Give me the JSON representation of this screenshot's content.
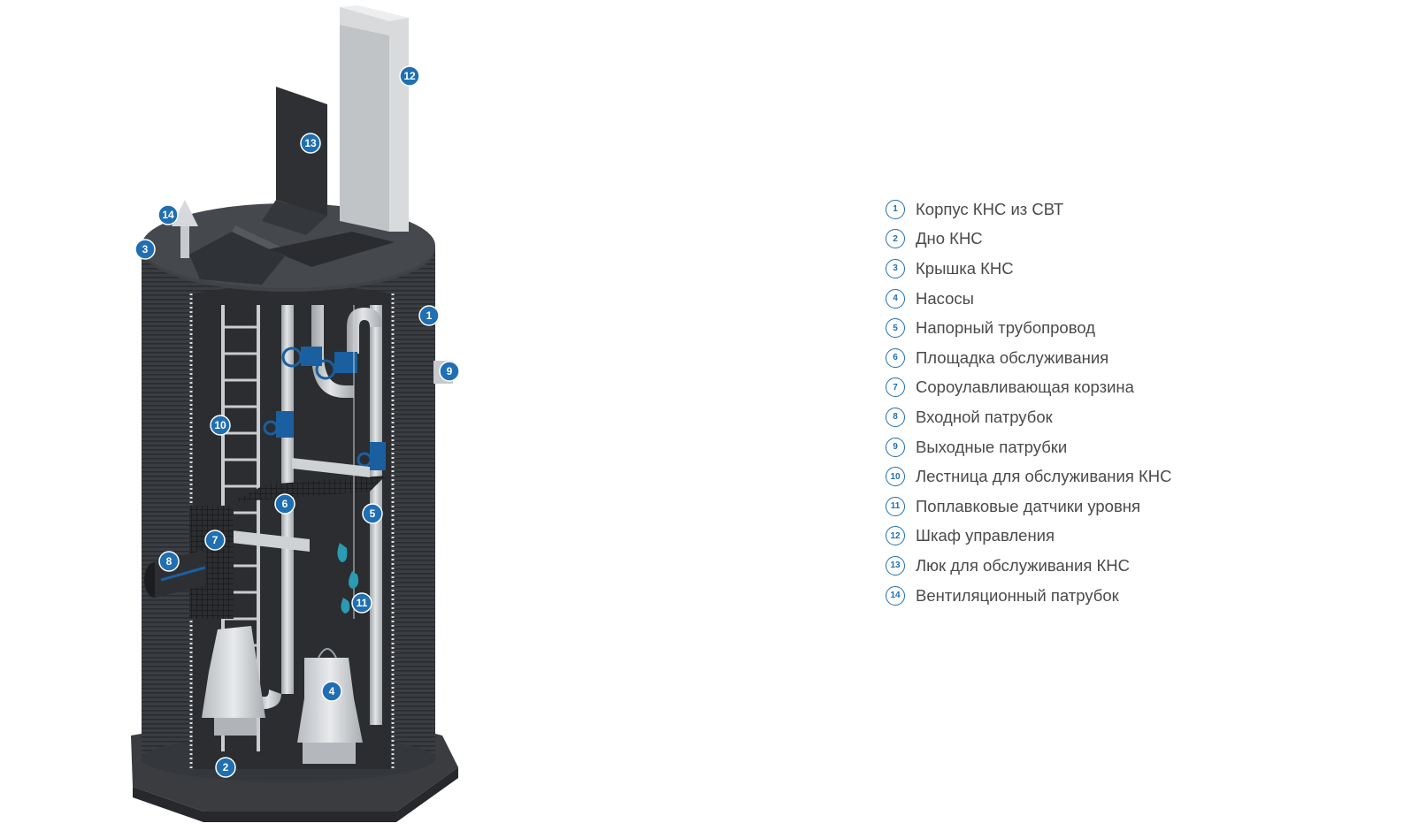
{
  "legend": {
    "items": [
      {
        "num": "1",
        "label": "Корпус КНС из СВТ"
      },
      {
        "num": "2",
        "label": "Дно КНС"
      },
      {
        "num": "3",
        "label": "Крышка КНС"
      },
      {
        "num": "4",
        "label": "Насосы"
      },
      {
        "num": "5",
        "label": "Напорный трубопровод"
      },
      {
        "num": "6",
        "label": "Площадка обслуживания"
      },
      {
        "num": "7",
        "label": "Сороулавливающая корзина"
      },
      {
        "num": "8",
        "label": "Входной патрубок"
      },
      {
        "num": "9",
        "label": "Выходные патрубки"
      },
      {
        "num": "10",
        "label": "Лестница для обслуживания КНС"
      },
      {
        "num": "11",
        "label": "Поплавковые датчики уровня"
      },
      {
        "num": "12",
        "label": "Шкаф управления"
      },
      {
        "num": "13",
        "label": "Люк для обслуживания КНС"
      },
      {
        "num": "14",
        "label": "Вентиляционный патрубок"
      }
    ]
  },
  "markers": [
    "12",
    "13",
    "14",
    "3",
    "1",
    "9",
    "10",
    "6",
    "5",
    "7",
    "8",
    "11",
    "4",
    "2"
  ],
  "colors": {
    "accent": "#1f6fb2",
    "body": "#3b3e42",
    "interior": "#2b2d30",
    "steel": "#c8cbce",
    "valve": "#1a5fa0",
    "float": "#2a9bb3"
  }
}
